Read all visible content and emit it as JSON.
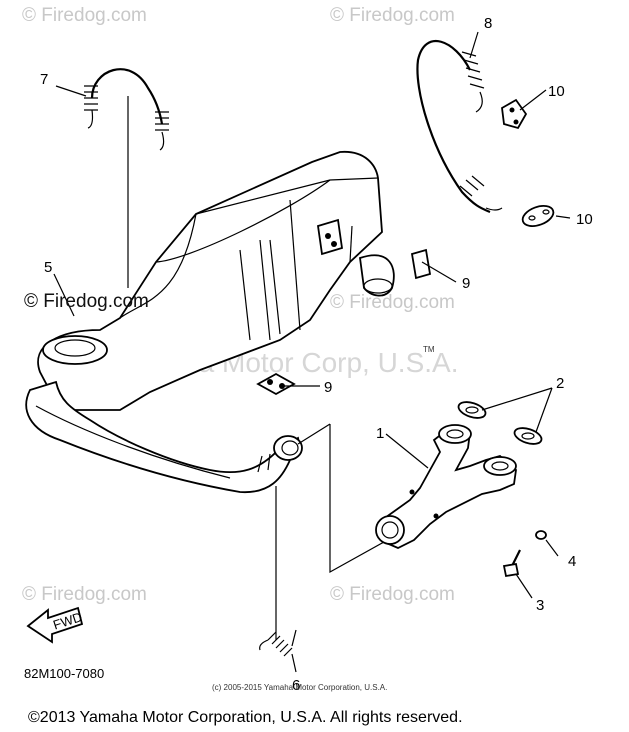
{
  "watermarks": {
    "firedog": "© Firedog.com",
    "firedog_center": "© Firedog.com",
    "yamaha": "Yamaha Motor Corp, U.S.A.",
    "tm": "TM"
  },
  "callouts": [
    "1",
    "2",
    "3",
    "4",
    "5",
    "6",
    "7",
    "8",
    "9",
    "9",
    "10",
    "10"
  ],
  "diagram_code": "82M100-7080",
  "fwd_label": "FWD",
  "small_copyright": "(c) 2005-2015 Yamaha Motor Corporation, U.S.A.",
  "footer": "©2013 Yamaha Motor Corporation, U.S.A. All rights reserved."
}
